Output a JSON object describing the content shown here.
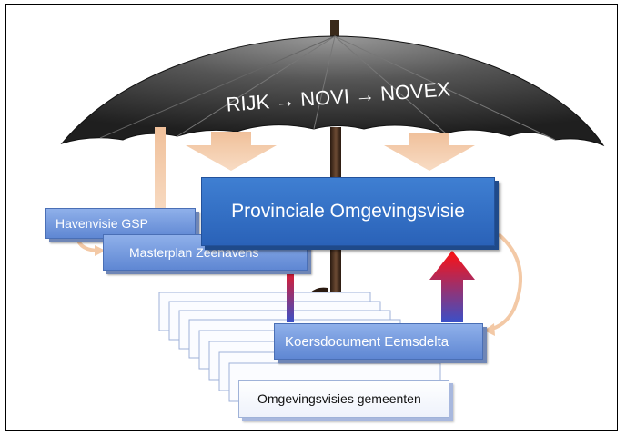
{
  "umbrella": {
    "label": "RIJK → NOVI → NOVEX"
  },
  "nodes": {
    "provinciaal": "Provinciale Omgevingsvisie",
    "havenvisie": "Havenvisie GSP",
    "masterplan": "Masterplan Zeehavens",
    "koersdocument": "Koersdocument Eemsdelta",
    "gemeenten": "Omgevingsvisies gemeenten"
  },
  "colors": {
    "canopy_dark": "#2b2b2b",
    "canopy_light": "#8a8a8a",
    "main_box": "#2f6cc4",
    "secondary_box": "#7b9ee0",
    "arrow_peach": "#f3c9a6",
    "arrow_red": "#ee1111",
    "arrow_blue": "#3a56c8"
  }
}
